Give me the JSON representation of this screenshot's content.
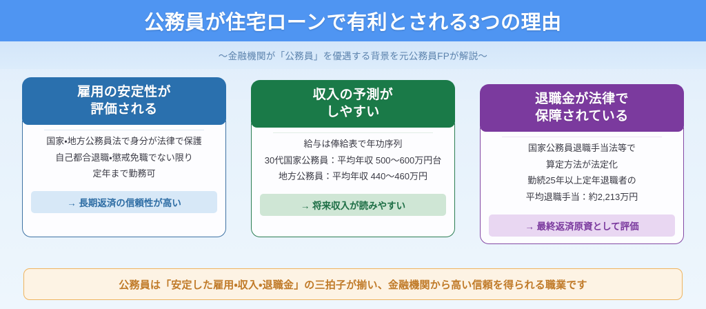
{
  "header": {
    "title": "公務員が住宅ローンで有利とされる3つの理由",
    "subtitle": "～金融機関が「公務員」を優遇する背景を元公務員FPが解説～",
    "bar_color": "#4f95f2",
    "title_color": "#ffffff",
    "subtitle_color": "#5c83ad"
  },
  "cards": [
    {
      "id": "employment-stability",
      "accent_color": "#2a70ae",
      "pill_bg": "#d7e8f7",
      "pill_text_color": "#2e6da4",
      "heading_line1": "雇用の安定性が",
      "heading_line2": "評価される",
      "facts": [
        "国家・地方公務員法で身分が法律で保護",
        "自己都合退職・懲戒免職でない限り",
        "定年まで勤務可"
      ],
      "pill": "→ 長期返済の信頼性が高い"
    },
    {
      "id": "income-predictability",
      "accent_color": "#1a7a48",
      "pill_bg": "#cfe6d5",
      "pill_text_color": "#1d6e45",
      "heading_line1": "収入の予測が",
      "heading_line2": "しやすい",
      "facts": [
        "給与は俸給表で年功序列",
        "30代国家公務員：平均年収 500〜600万円台",
        "地方公務員：平均年収 440〜460万円"
      ],
      "pill": "→ 将来収入が読みやすい"
    },
    {
      "id": "retirement-allowance",
      "accent_color": "#7b3a9e",
      "pill_bg": "#e9d7f2",
      "pill_text_color": "#7b3a9e",
      "heading_line1": "退職金が法律で",
      "heading_line2": "保障されている",
      "facts": [
        "国家公務員退職手当法等で",
        "算定方法が法定化",
        "勤続25年以上定年退職者の",
        "平均退職手当：約2,213万円"
      ],
      "pill": "→ 最終返済原資として評価"
    }
  ],
  "footer": {
    "text": "公務員は「安定した雇用・収入・退職金」の三拍子が揃い、金融機関から高い信頼を得られる職業です",
    "bg_color": "#fdf3e4",
    "border_color": "#efb45f",
    "text_color": "#c07a28"
  }
}
